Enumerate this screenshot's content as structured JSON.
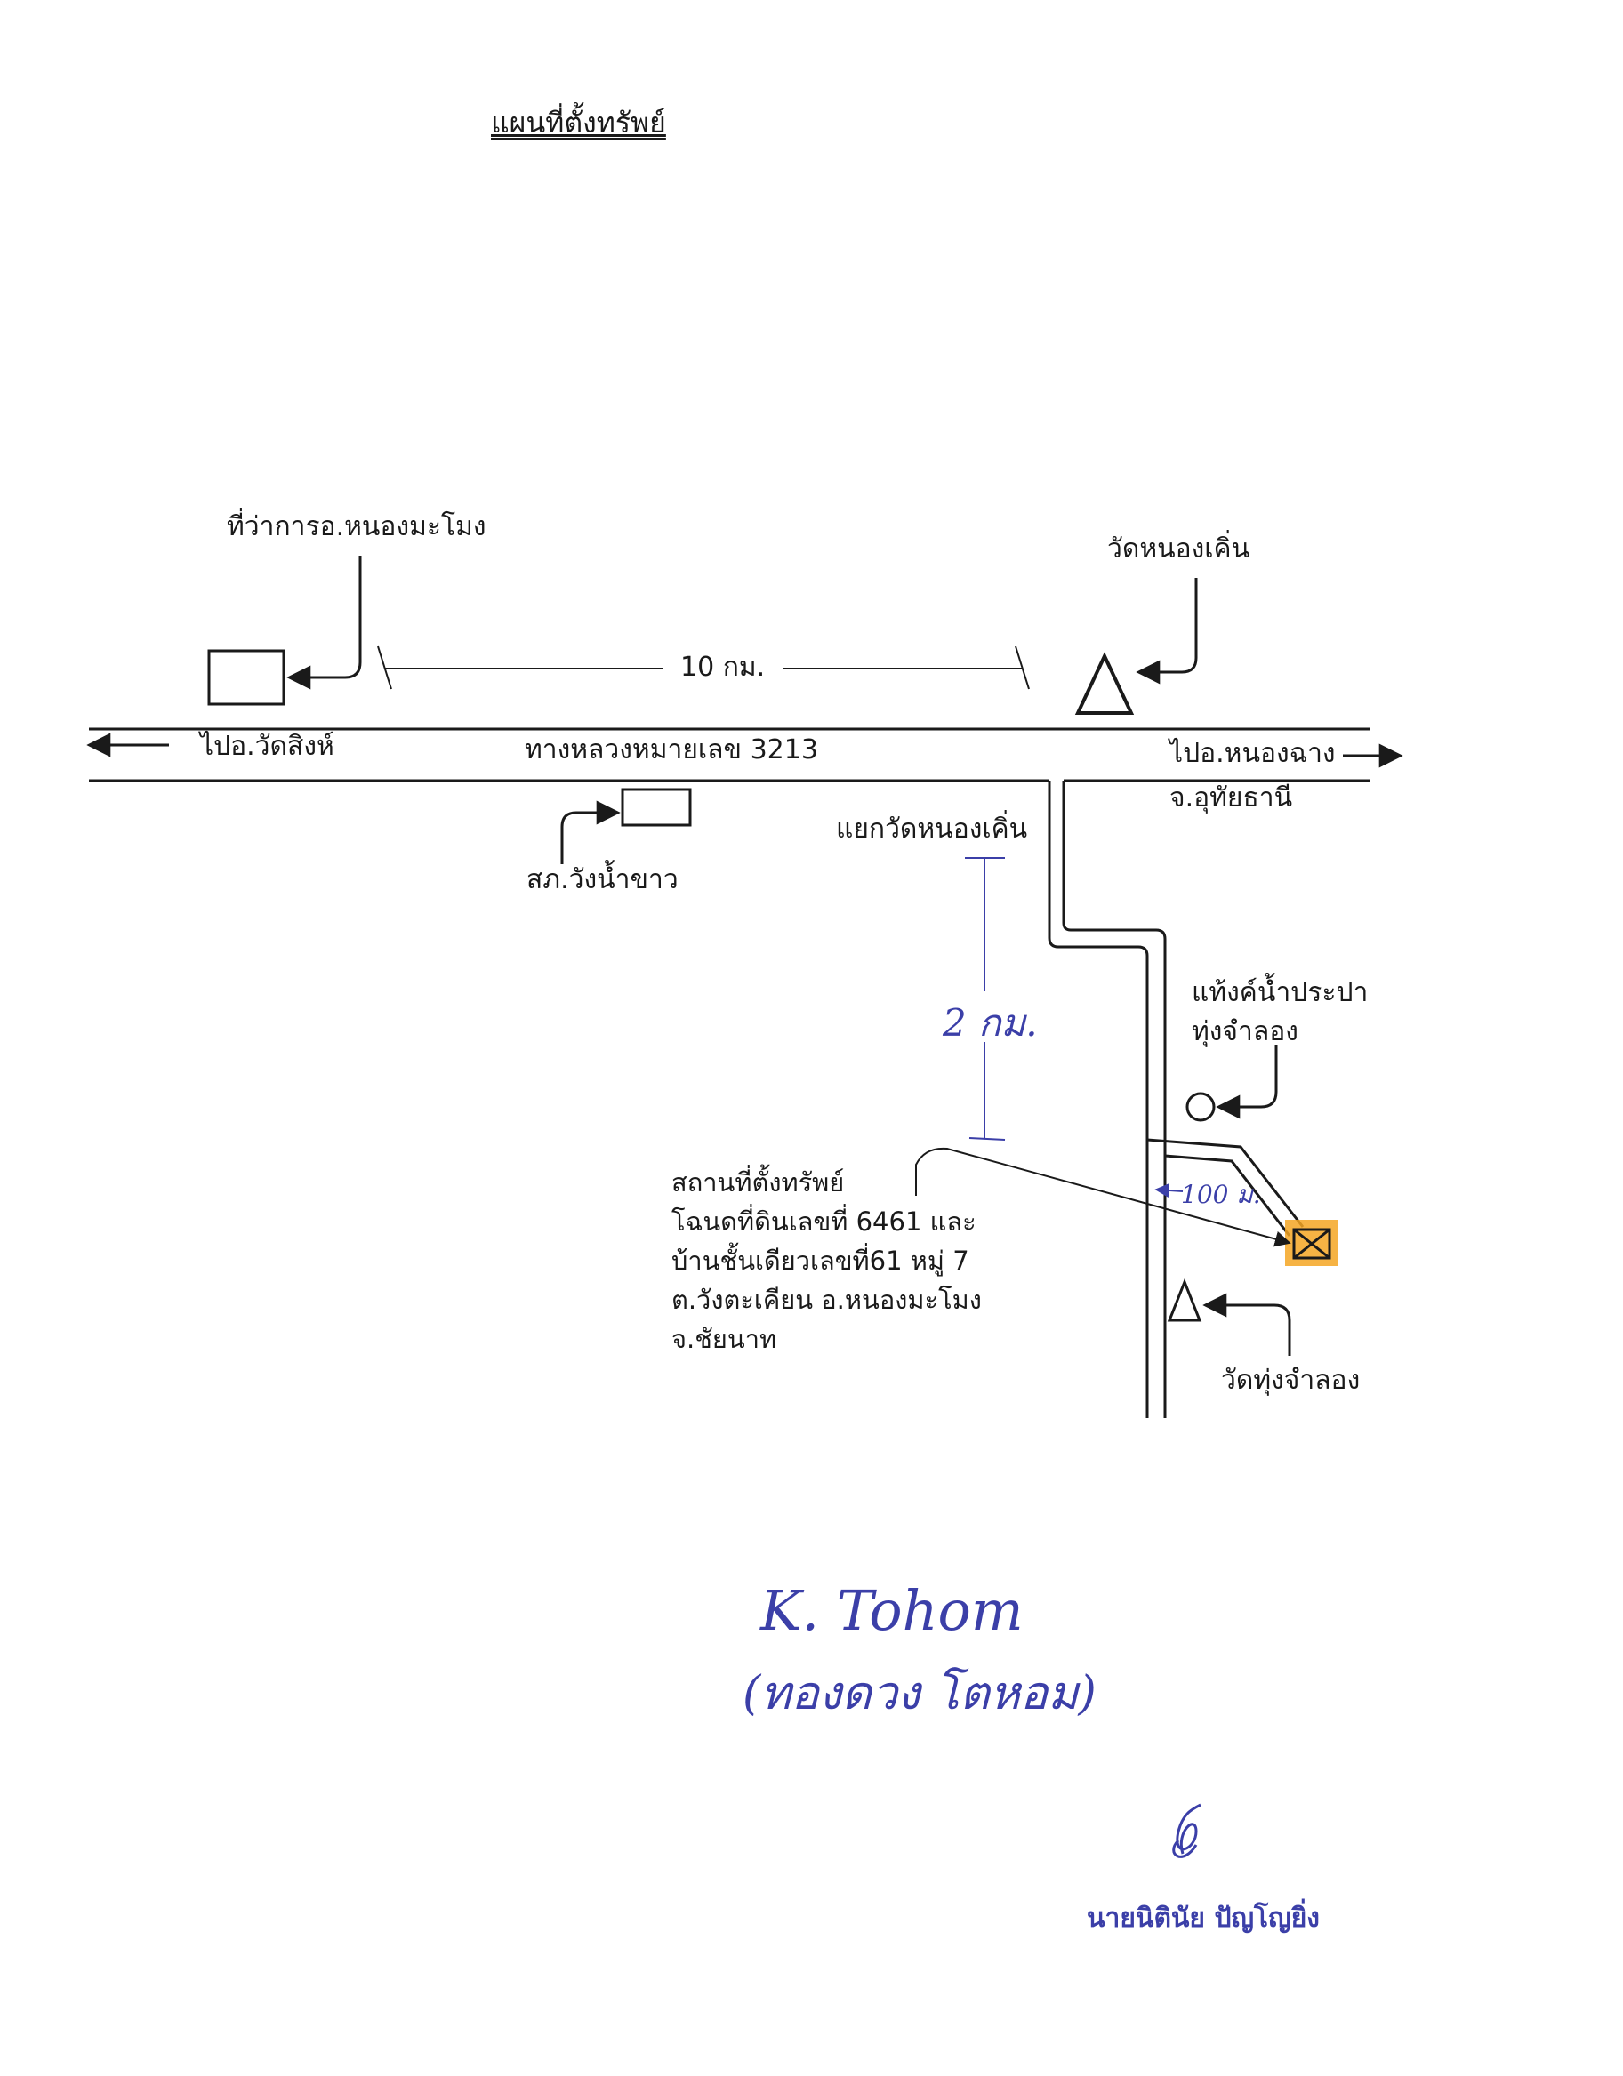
{
  "title": "แผนที่ตั้งทรัพย์",
  "landmarks": {
    "district_office": "ที่ว่าการอ.หนองมะโมง",
    "wat_nong_khoen": "วัดหนองเคิ่น",
    "police_station": "สภ.วังน้ำขาว",
    "junction": "แยกวัดหนองเคิ่น",
    "water_tower": "แท้งค์น้ำประปา\nทุ่งจำลอง",
    "wat_thung_chamlong": "วัดทุ่งจำลอง"
  },
  "road": {
    "name": "ทางหลวงหมายเลข 3213",
    "to_left": "ไปอ.วัดสิงห์",
    "to_right_line1": "ไปอ.หนองฉาง",
    "to_right_line2": "จ.อุทัยธานี"
  },
  "distances": {
    "office_to_wat": "10 กม.",
    "junction_to_site": "2 กม.",
    "lane_to_site": "100 ม."
  },
  "site": {
    "description": "สถานที่ตั้งทรัพย์\nโฉนดที่ดินเลขที่ 6461 และ\nบ้านชั้นเดียวเลขที่61 หมู่ 7\nต.วังตะเคียน อ.หนองมะโมง\nจ.ชัยนาท",
    "marker_color": "#f5a623"
  },
  "signatures": {
    "handwritten_initials": "K. Tohom",
    "handwritten_name": "(ทองดวง โตหอม)",
    "printed_name": "นายนิตินัย ปัญโญยิ่ง"
  },
  "colors": {
    "ink": "#1a1a1a",
    "pen": "#3b3fa8",
    "highlight": "#f5a623"
  }
}
